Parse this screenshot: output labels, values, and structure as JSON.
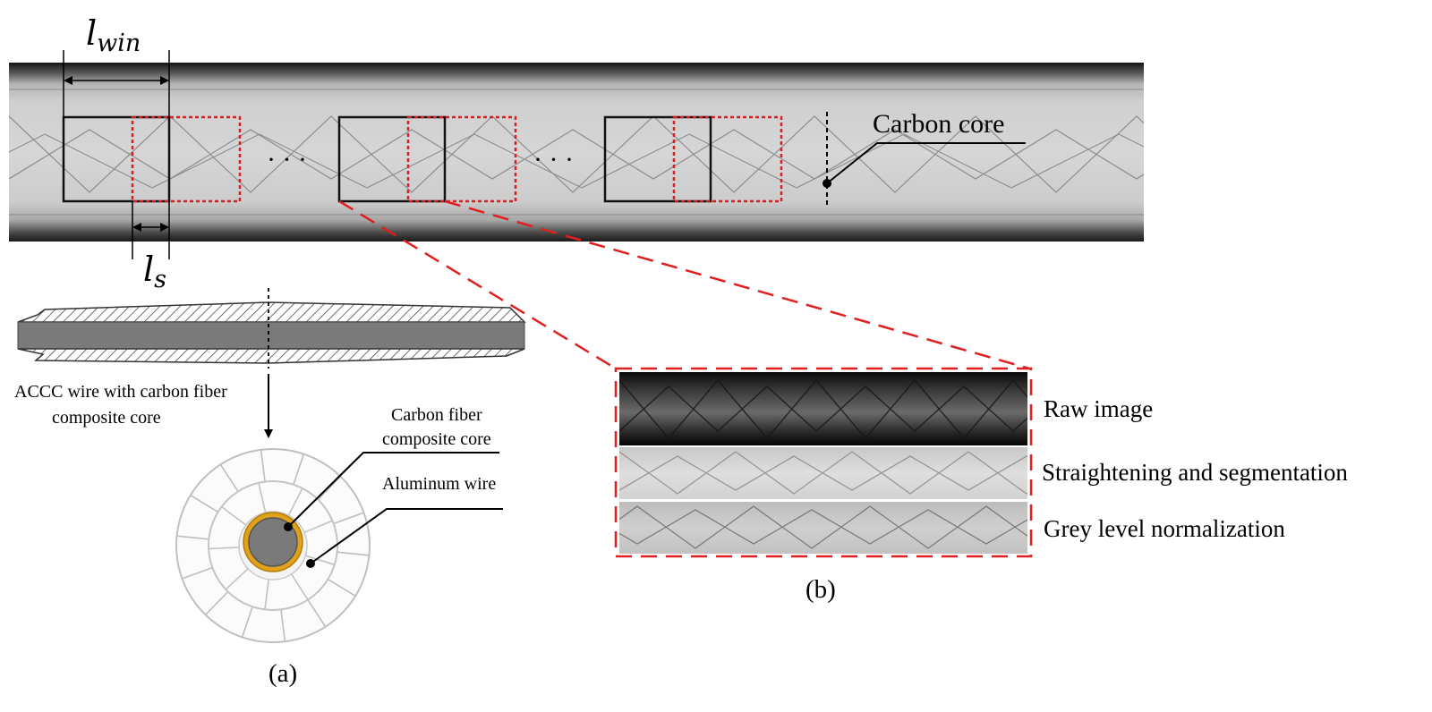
{
  "symbols": {
    "window_length_base": "l",
    "window_length_sub": "win",
    "step_length_base": "l",
    "step_length_sub": "s"
  },
  "ellipsis_text": "· · ·",
  "callouts": {
    "carbon_core": "Carbon core",
    "carbon_fiber_line1": "Carbon fiber",
    "carbon_fiber_line2": "composite core",
    "aluminum_wire": "Aluminum wire",
    "accc_line1": "ACCC wire with carbon fiber",
    "accc_line2": "composite core"
  },
  "stages": {
    "raw": "Raw image",
    "straighten": "Straightening and segmentation",
    "normalize": "Grey level normalization"
  },
  "panel_labels": {
    "a": "(a)",
    "b": "(b)"
  },
  "colors": {
    "window_outline": "#111111",
    "shifted_window": "#d42020",
    "zoom_lines": "#e02020",
    "core_fill": "#7a7a7a",
    "core_ring": "#e0a21a",
    "strand_outline": "#b8b8b8"
  }
}
